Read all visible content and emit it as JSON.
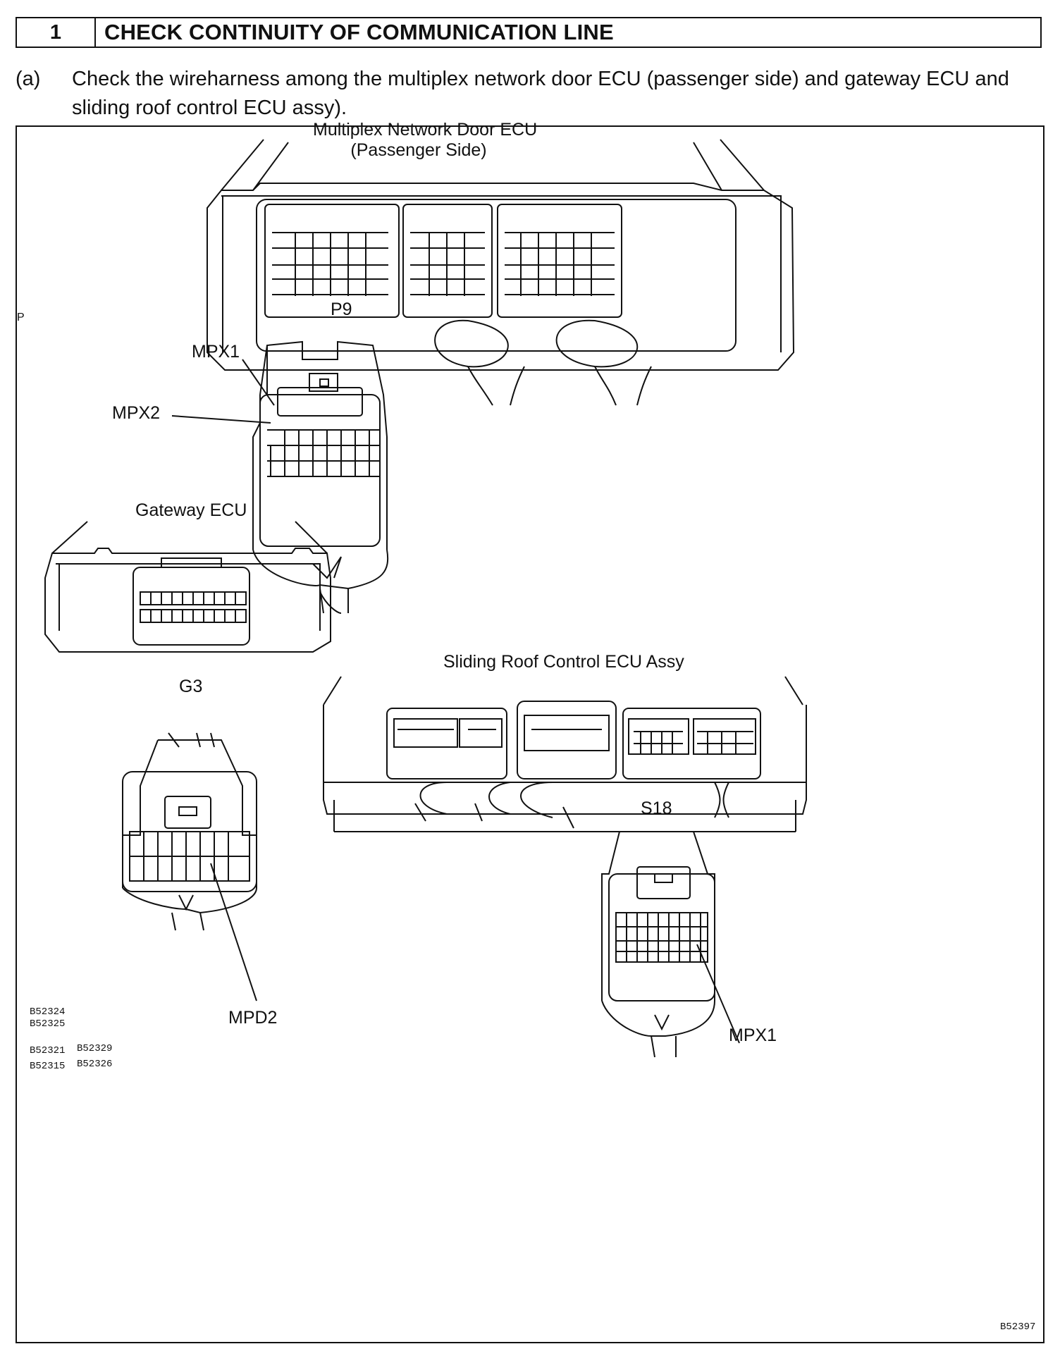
{
  "step": {
    "number": "1",
    "title": "CHECK CONTINUITY OF COMMUNICATION LINE"
  },
  "instruction": {
    "label": "(a)",
    "text": "Check the wireharness among the multiplex network door ECU (passenger side) and gateway ECU and sliding roof control ECU assy)."
  },
  "figure": {
    "door_ecu_title_line1": "Multiplex Network Door ECU",
    "door_ecu_title_line2": "(Passenger Side)",
    "side_marker": "P",
    "connectors": {
      "p9": {
        "label": "P9",
        "pins": [
          "MPX1",
          "MPX2"
        ]
      },
      "g3": {
        "label": "G3",
        "pins": [
          "MPD2"
        ]
      },
      "s18": {
        "label": "S18",
        "pins": [
          "MPX1"
        ]
      }
    },
    "gateway_title": "Gateway ECU",
    "sliding_roof_title": "Sliding Roof Control ECU Assy",
    "ref_codes": {
      "left_top": [
        "B52324",
        "B52325"
      ],
      "left_col1": [
        "B52321",
        "B52315"
      ],
      "left_col2": [
        "B52329",
        "B52326"
      ],
      "figure_id": "B52397"
    }
  }
}
